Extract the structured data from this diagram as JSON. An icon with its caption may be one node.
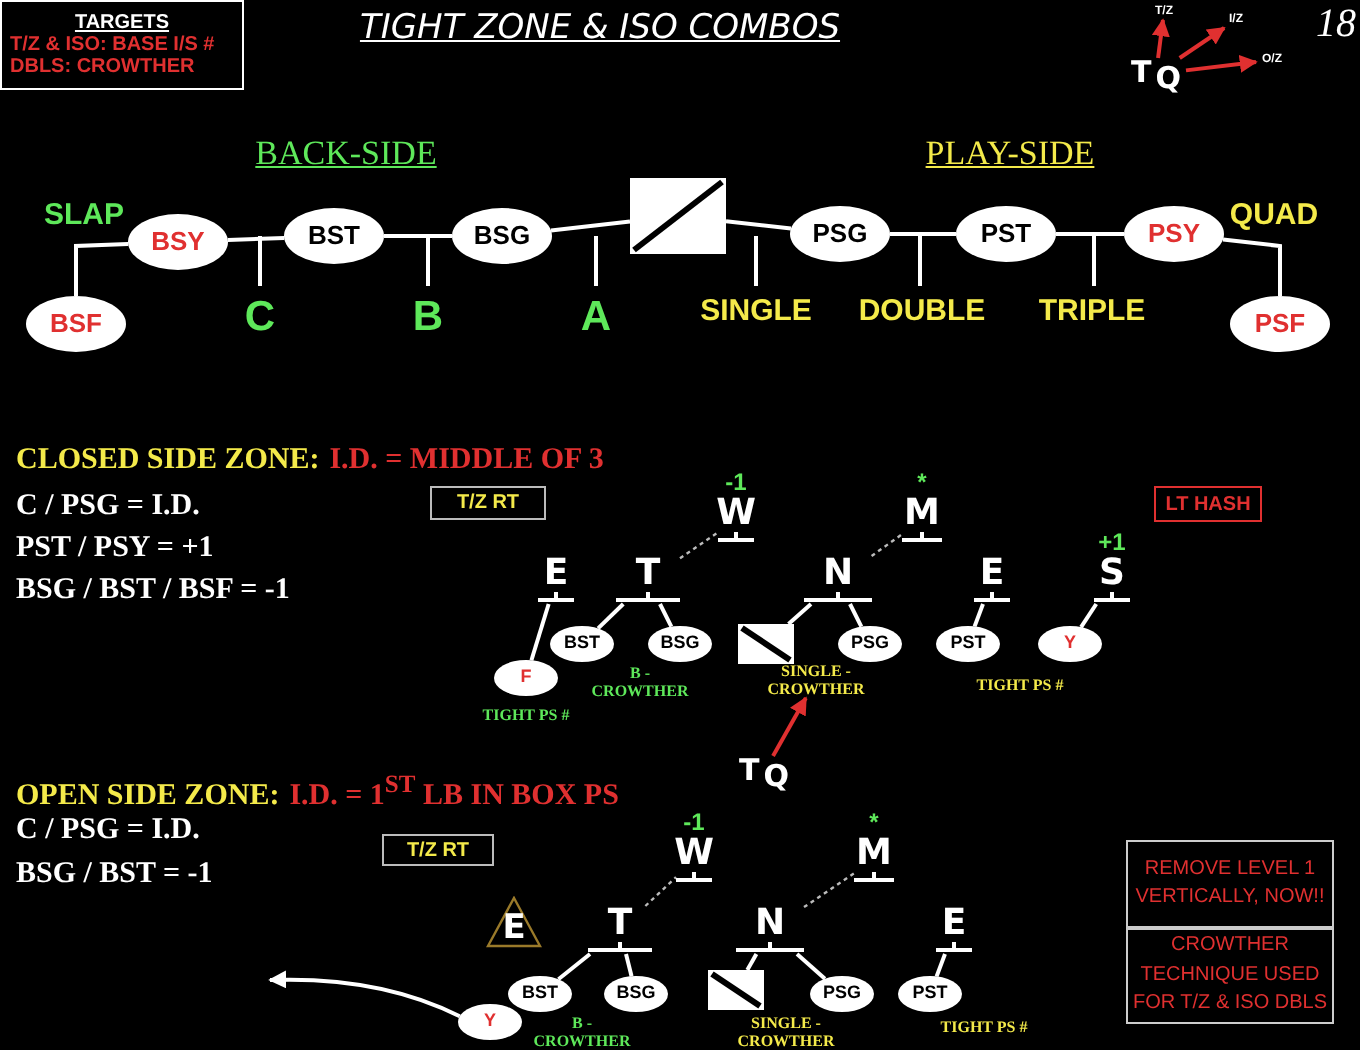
{
  "diagram": {
    "title": "TIGHT ZONE & ISO COMBOS",
    "nodes": [
      {
        "text": [
          "TARGETS",
          "T/Z & ISO: BASE I/S #",
          "DBLS: CROWTHER"
        ]
      },
      {
        "text": [
          "T/Z"
        ]
      },
      {
        "text": [
          "I/Z"
        ]
      },
      {
        "text": [
          "O/Z"
        ]
      },
      {
        "text": [
          "T",
          "Q"
        ]
      },
      {
        "text": [
          "BSF"
        ]
      },
      {
        "text": [
          "BSY"
        ]
      },
      {
        "text": [
          "BST"
        ]
      },
      {
        "text": [
          "BSG"
        ]
      },
      {
        "text": [],
        "shape": "box"
      },
      {
        "text": [
          "PSG"
        ]
      },
      {
        "text": [
          "PST"
        ]
      },
      {
        "text": [
          "PSY"
        ]
      },
      {
        "text": [
          "PSF"
        ]
      },
      {
        "text": [
          "T/Z RT"
        ]
      },
      {
        "text": [
          "W"
        ],
        "beside": [
          "-1"
        ]
      },
      {
        "text": [
          "M"
        ],
        "beside": [
          "*"
        ]
      },
      {
        "text": [
          "LT HASH"
        ]
      },
      {
        "text": [
          "E"
        ]
      },
      {
        "text": [
          "T"
        ]
      },
      {
        "text": [
          "N"
        ]
      },
      {
        "text": [
          "E"
        ]
      },
      {
        "text": [
          "S"
        ],
        "beside": [
          "+1"
        ]
      },
      {
        "text": [
          "BST"
        ]
      },
      {
        "text": [
          "BSG"
        ]
      },
      {
        "text": [],
        "shape": "box"
      },
      {
        "text": [
          "PSG"
        ]
      },
      {
        "text": [
          "PST"
        ]
      },
      {
        "text": [
          "Y"
        ]
      },
      {
        "text": [
          "F"
        ]
      },
      {
        "text": [
          "T",
          "Q"
        ]
      },
      {
        "text": [
          "T/Z RT"
        ]
      },
      {
        "text": [
          "W"
        ],
        "beside": [
          "-1"
        ]
      },
      {
        "text": [
          "M"
        ],
        "beside": [
          "*"
        ]
      },
      {
        "text": [
          "E"
        ]
      },
      {
        "text": [
          "T"
        ]
      },
      {
        "text": [
          "N"
        ]
      },
      {
        "text": [
          "E"
        ]
      },
      {
        "text": [
          "BST"
        ]
      },
      {
        "text": [
          "BSG"
        ]
      },
      {
        "text": [],
        "shape": "box"
      },
      {
        "text": [
          "PSG"
        ]
      },
      {
        "text": [
          "PST"
        ]
      },
      {
        "text": [
          "Y"
        ]
      },
      {
        "text": [
          "REMOVE LEVEL 1 VERTICALLY, NOW!!"
        ]
      },
      {
        "text": [
          "CROWTHER TECHNIQUE USED FOR T/Z & ISO DBLS"
        ]
      },
      {
        "text": [
          "SINGLE - CROWTHER"
        ]
      }
    ],
    "edges": [
      {
        "from": 4,
        "to": 1,
        "arrow": "to",
        "color": "#e03030"
      },
      {
        "from": 4,
        "to": 2,
        "arrow": "to",
        "color": "#e03030"
      },
      {
        "from": 4,
        "to": 3,
        "arrow": "to",
        "color": "#e03030"
      },
      {
        "from": 5,
        "to": 6,
        "arrow": "none"
      },
      {
        "from": 6,
        "to": 7,
        "arrow": "none"
      },
      {
        "from": 7,
        "to": 8,
        "arrow": "none"
      },
      {
        "from": 8,
        "to": 9,
        "arrow": "none"
      },
      {
        "from": 9,
        "to": 10,
        "arrow": "none"
      },
      {
        "from": 10,
        "to": 11,
        "arrow": "none"
      },
      {
        "from": 11,
        "to": 12,
        "arrow": "none"
      },
      {
        "from": 12,
        "to": 13,
        "arrow": "none"
      },
      {
        "from": 29,
        "to": 18,
        "arrow": "none"
      },
      {
        "from": 23,
        "to": 19,
        "arrow": "none"
      },
      {
        "from": 24,
        "to": 19,
        "arrow": "none"
      },
      {
        "from": 19,
        "to": 15,
        "arrow": "none",
        "style": "dashed"
      },
      {
        "from": 25,
        "to": 20,
        "arrow": "none"
      },
      {
        "from": 26,
        "to": 20,
        "arrow": "none"
      },
      {
        "from": 20,
        "to": 16,
        "arrow": "none",
        "style": "dashed"
      },
      {
        "from": 27,
        "to": 21,
        "arrow": "none"
      },
      {
        "from": 28,
        "to": 22,
        "arrow": "none"
      },
      {
        "from": 30,
        "to": 46,
        "arrow": "to",
        "color": "#e03030"
      },
      {
        "from": 38,
        "to": 35,
        "arrow": "none"
      },
      {
        "from": 39,
        "to": 35,
        "arrow": "none"
      },
      {
        "from": 35,
        "to": 32,
        "arrow": "none",
        "style": "dashed"
      },
      {
        "from": 40,
        "to": 36,
        "arrow": "none"
      },
      {
        "from": 41,
        "to": 36,
        "arrow": "none"
      },
      {
        "from": 36,
        "to": 33,
        "arrow": "none",
        "style": "dashed"
      },
      {
        "from": 42,
        "to": 37,
        "arrow": "none"
      },
      {
        "from": 43,
        "to": null,
        "arrow": "to"
      }
    ],
    "labels": [
      "18",
      "BACK-SIDE",
      "PLAY-SIDE",
      "SLAP",
      "QUAD",
      "C",
      "B",
      "A",
      "SINGLE",
      "DOUBLE",
      "TRIPLE",
      "CLOSED SIDE ZONE:",
      "I.D. = MIDDLE OF 3",
      "C / PSG = I.D.",
      "PST / PSY = +1",
      "BSG / BST / BSF = -1",
      "B - CROWTHER",
      "TIGHT PS #",
      "TIGHT PS #",
      "OPEN SIDE ZONE:",
      "I.D. = 1$^{ST}$ LB IN BOX PS",
      "C / PSG = I.D.",
      "BSG / BST = -1",
      "B - CROWTHER",
      "SINGLE - CROWTHER",
      "TIGHT PS #"
    ]
  }
}
